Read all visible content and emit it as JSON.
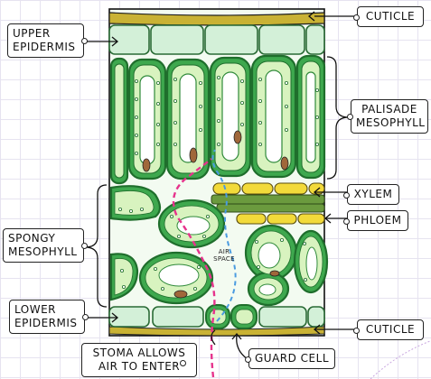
{
  "labels": {
    "cuticle_top": "CUTICLE",
    "upper_epidermis": "UPPER\nEPIDERMIS",
    "palisade_mesophyll": "PALISADE\nMESOPHYLL",
    "xylem": "XYLEM",
    "phloem": "PHLOEM",
    "spongy_mesophyll": "SPONGY\nMESOPHYLL",
    "air_space": "AIR\nSPACE",
    "lower_epidermis": "LOWER\nEPIDERMIS",
    "cuticle_bottom": "CUTICLE",
    "stoma": "STOMA ALLOWS\nAIR TO ENTER",
    "guard_cell": "GUARD CELL"
  },
  "colors": {
    "cuticle": "#c9b234",
    "epidermis": "#d3f0d8",
    "cell_wall": "#2f8a3a",
    "chloroplast": "#d8f3bf",
    "vacuole": "#ffffff",
    "nucleus": "#a0673a",
    "xylem": "#f2da3a",
    "phloem": "#7dab4a",
    "air_flow_pink": "#e6338c",
    "air_flow_blue": "#4a9be0"
  }
}
